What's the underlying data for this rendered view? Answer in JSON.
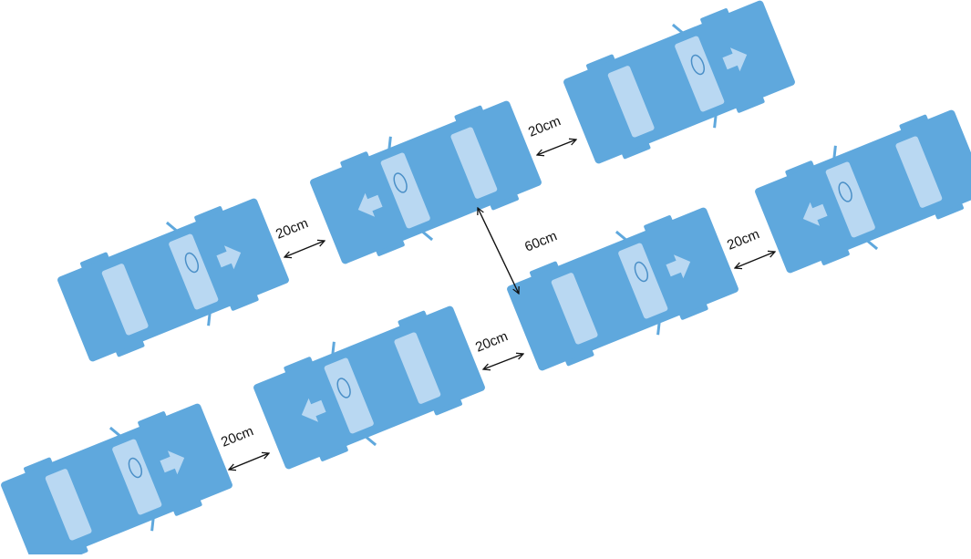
{
  "colors": {
    "car_body": "#5fa8dd",
    "car_light": "#b9d8f2",
    "car_outline": "#4a8fc7",
    "arrow_line": "#111111",
    "background": "#ffffff"
  },
  "cars": [
    {
      "id": "car-1",
      "heading": "right"
    },
    {
      "id": "car-2",
      "heading": "left"
    },
    {
      "id": "car-3",
      "heading": "right"
    },
    {
      "id": "car-4",
      "heading": "right"
    },
    {
      "id": "car-5",
      "heading": "left"
    },
    {
      "id": "car-6",
      "heading": "left"
    },
    {
      "id": "car-7",
      "heading": "right"
    }
  ],
  "labels": {
    "gap_1": "20cm",
    "gap_2": "20cm",
    "gap_3": "20cm",
    "gap_4": "20cm",
    "gap_5": "20cm",
    "row_gap": "60cm"
  }
}
